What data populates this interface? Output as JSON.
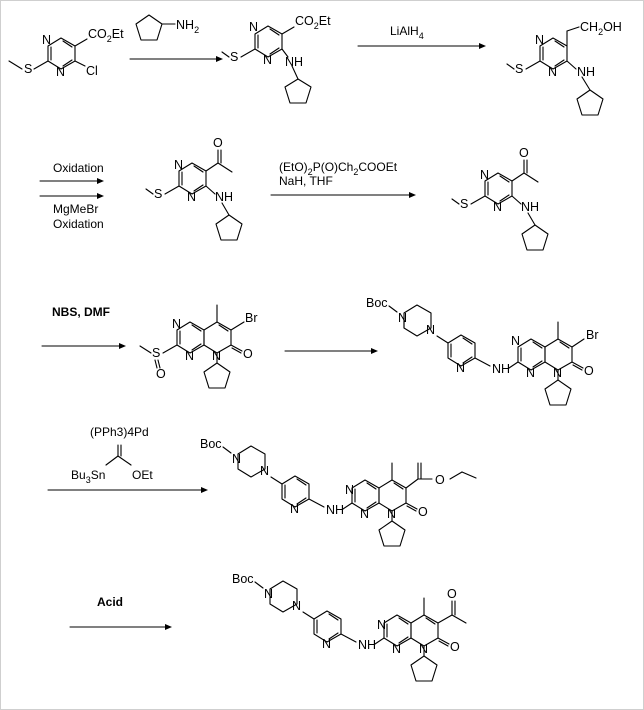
{
  "reagents": {
    "amine": "NH",
    "amine_sub": "2",
    "step2": "LiAlH",
    "step2_sub": "4",
    "step3a": "Oxidation",
    "step3b": "MgMeBr",
    "step3c": "Oxidation",
    "step4_part1": "(EtO)",
    "step4_sub1": "2",
    "step4_part2": "P(O)Ch",
    "step4_sub2": "2",
    "step4_part3": "COOEt",
    "step4_line2": "NaH, THF",
    "step5": "NBS, DMF",
    "step7_catalyst": "(PPh3)4Pd",
    "step7_sn": "Bu",
    "step7_sn_sub": "3",
    "step7_sn_rest": "Sn",
    "step7_oet": "OEt",
    "step8": "Acid"
  },
  "atoms": {
    "N": "N",
    "S": "S",
    "Cl": "Cl",
    "O": "O",
    "Br": "Br",
    "Boc": "Boc",
    "H": "H",
    "CO": "CO",
    "Et": "Et",
    "two": "2",
    "CH2OH_a": "CH",
    "CH2OH_b": "OH",
    "NH": "NH"
  }
}
